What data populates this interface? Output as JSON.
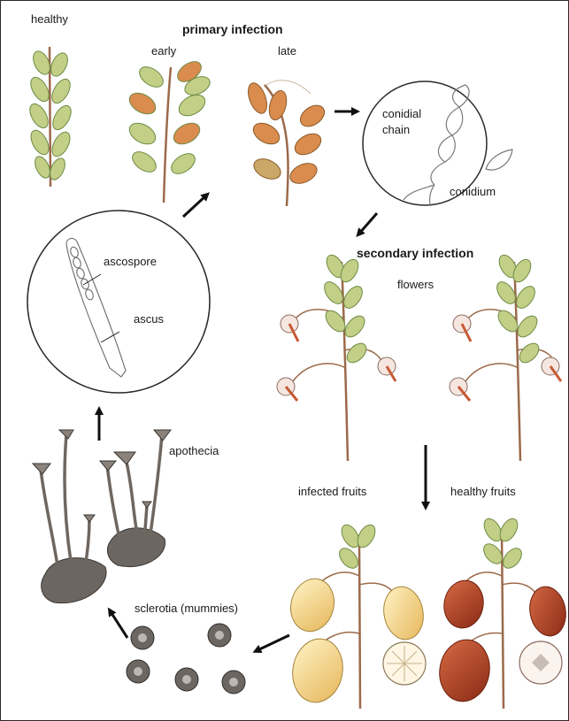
{
  "labels": {
    "healthy": "healthy",
    "primary_infection": "primary infection",
    "early": "early",
    "late": "late",
    "conidial_chain": "conidial\nchain",
    "conidium": "conidium",
    "secondary_infection": "secondary infection",
    "flowers": "flowers",
    "ascospore": "ascospore",
    "ascus": "ascus",
    "apothecia": "apothecia",
    "infected_fruits": "infected fruits",
    "healthy_fruits": "healthy fruits",
    "sclerotia": "sclerotia (mummies)"
  },
  "colors": {
    "outline": "#2a2a2a",
    "stem": "#9b6a4a",
    "leaf_green": "#c3cf86",
    "leaf_green_dark": "#6e8a45",
    "leaf_infected": "#d98c4e",
    "fruit_infected": "#f1d98a",
    "fruit_healthy": "#b84a2a",
    "apothecia": "#7a716a",
    "sclerotia": "#6b6661",
    "flower_petal": "#f6e6e0",
    "flower_center": "#c65a35"
  }
}
